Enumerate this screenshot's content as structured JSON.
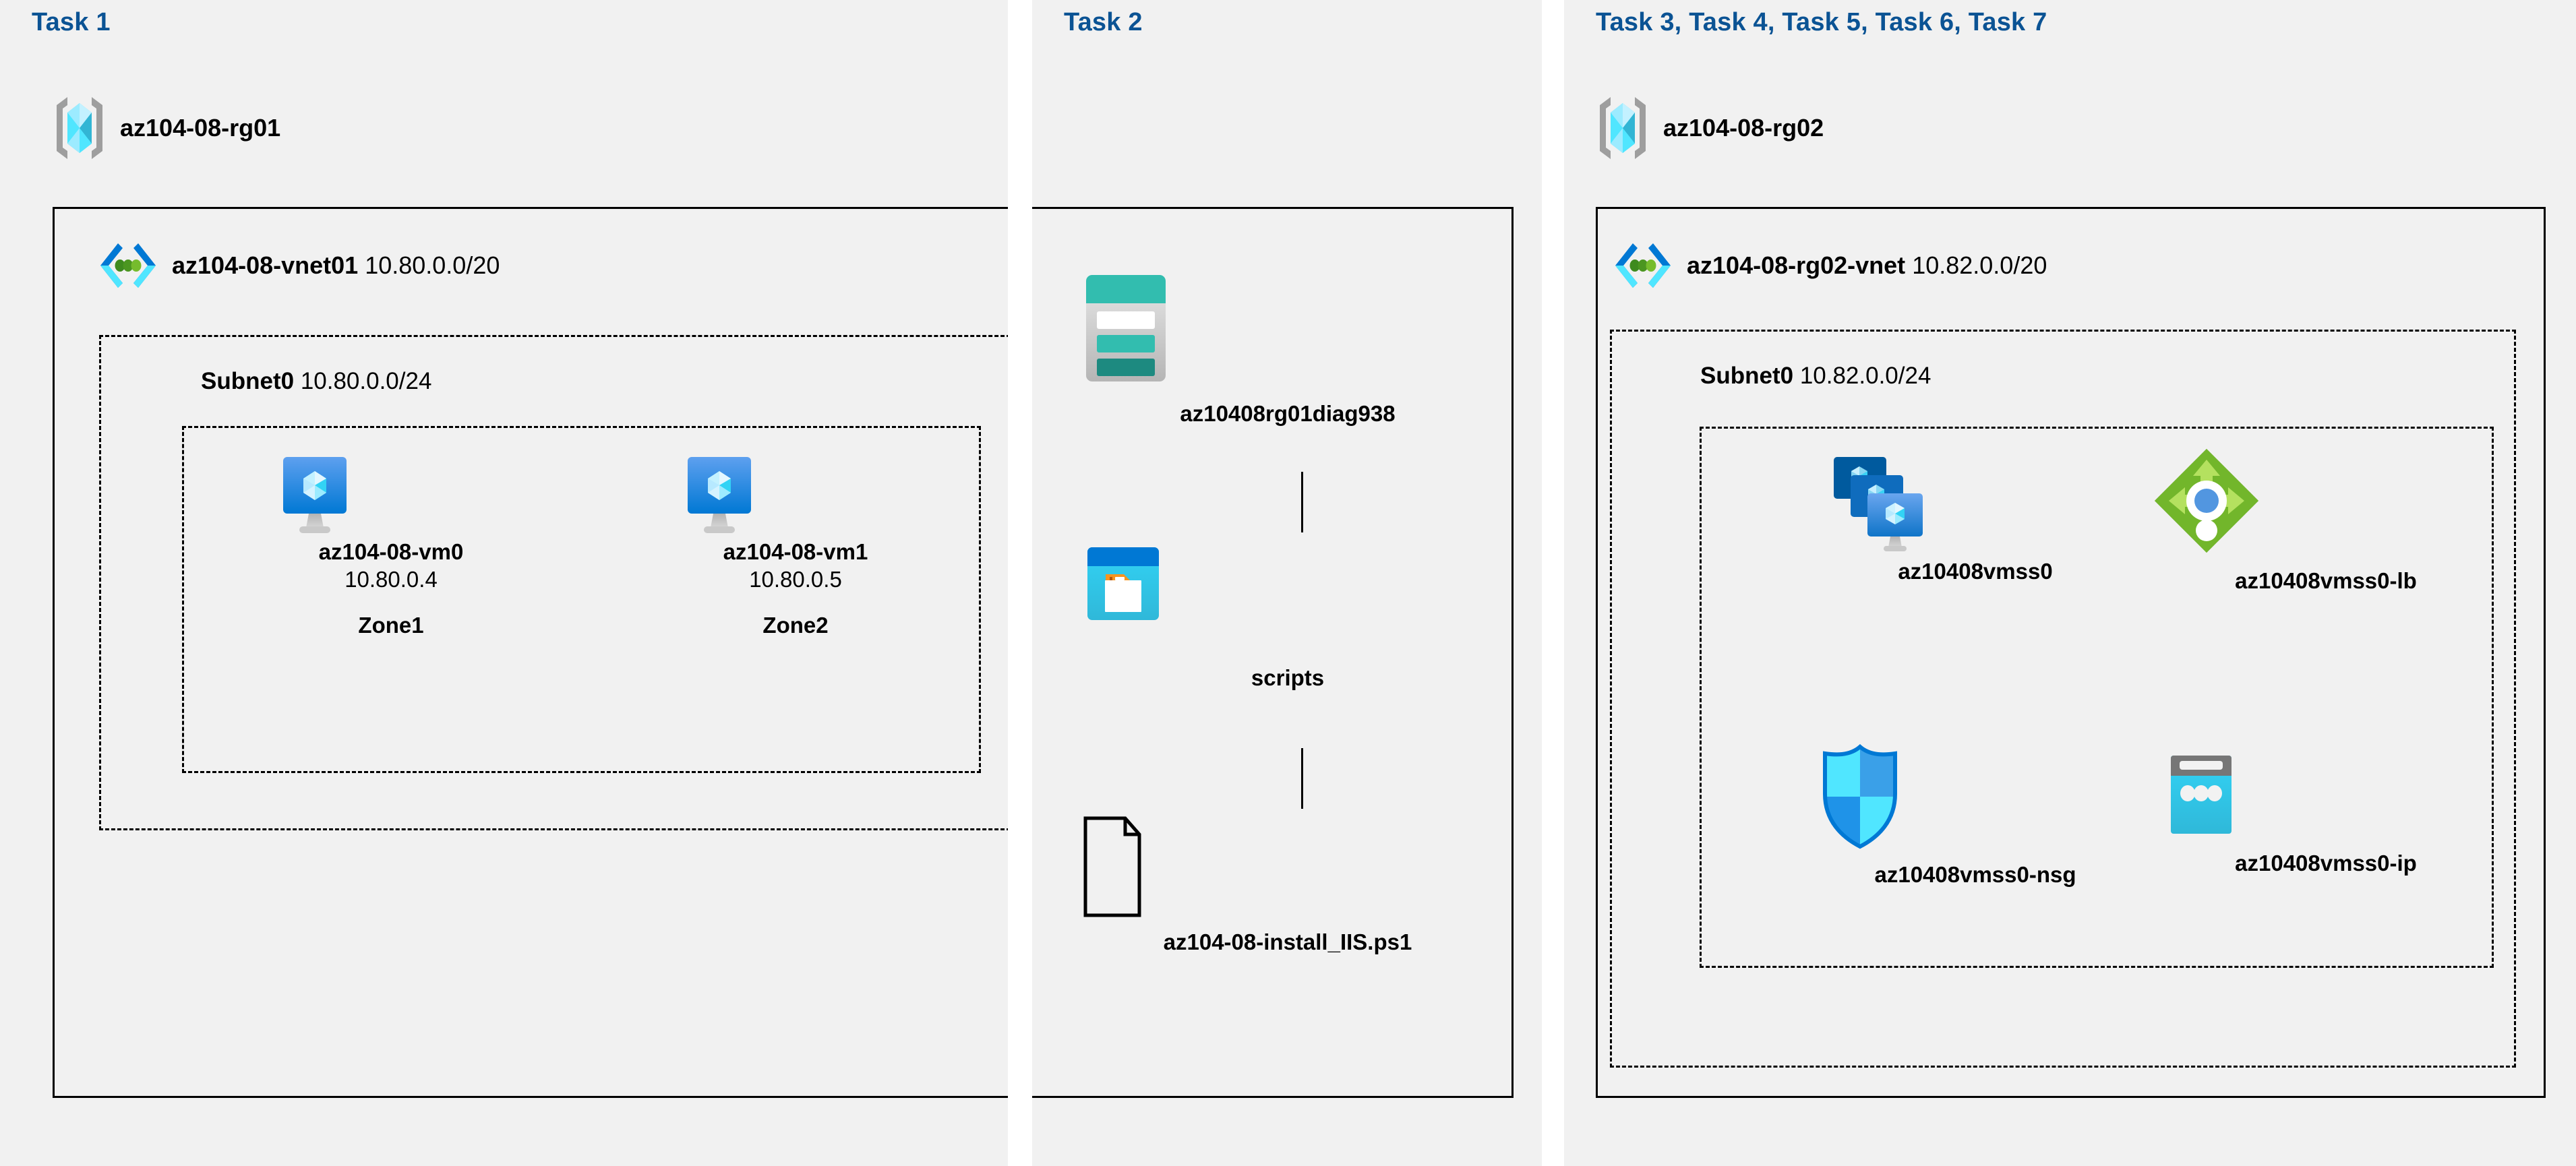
{
  "panels": [
    {
      "title": "Task 1"
    },
    {
      "title": "Task 2"
    },
    {
      "title": "Task 3, Task 4, Task 5, Task 6, Task 7"
    }
  ],
  "task1": {
    "resource_group": {
      "name": "az104-08-rg01",
      "icon": "resource-group-icon"
    },
    "vnet": {
      "name": "az104-08-vnet01",
      "cidr": "10.80.0.0/20",
      "icon": "virtual-network-icon"
    },
    "subnet": {
      "name": "Subnet0",
      "cidr": "10.80.0.0/24"
    },
    "vms": [
      {
        "name": "az104-08-vm0",
        "ip": "10.80.0.4",
        "zone": "Zone1",
        "icon": "virtual-machine-icon"
      },
      {
        "name": "az104-08-vm1",
        "ip": "10.80.0.5",
        "zone": "Zone2",
        "icon": "virtual-machine-icon"
      }
    ]
  },
  "task2": {
    "nodes": [
      {
        "name": "az10408rg01diag938",
        "icon": "storage-account-icon"
      },
      {
        "name": "scripts",
        "icon": "blob-container-icon"
      },
      {
        "name": "az104-08-install_IIS.ps1",
        "icon": "file-icon"
      }
    ]
  },
  "task3": {
    "resource_group": {
      "name": "az104-08-rg02",
      "icon": "resource-group-icon"
    },
    "vnet": {
      "name": "az104-08-rg02-vnet",
      "cidr": "10.82.0.0/20",
      "icon": "virtual-network-icon"
    },
    "subnet": {
      "name": "Subnet0",
      "cidr": "10.82.0.0/24"
    },
    "resources": [
      {
        "name": "az10408vmss0",
        "icon": "vm-scale-set-icon"
      },
      {
        "name": "az10408vmss0-lb",
        "icon": "load-balancer-icon"
      },
      {
        "name": "az10408vmss0-nsg",
        "icon": "network-security-group-icon"
      },
      {
        "name": "az10408vmss0-ip",
        "icon": "public-ip-address-icon"
      }
    ]
  },
  "colors": {
    "task_title": "#0b5394",
    "panel_background": "#f1f1f1",
    "page_background": "#ffffff",
    "azure_blue": "#0078d4",
    "azure_cyan": "#50e6ff",
    "storage_teal": "#32bdaf",
    "lb_green": "#76bc2d",
    "nsg_blue": "#0078d4"
  }
}
